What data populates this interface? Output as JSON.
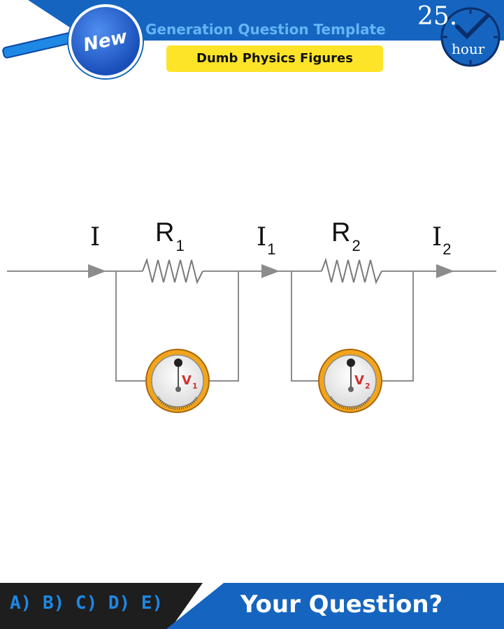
{
  "header": {
    "badge": "New",
    "title": "Generation Question Template",
    "subtitle": "Dumb Physics Figures",
    "hour_number": "25.",
    "hour_label": "hour"
  },
  "circuit": {
    "current_in": {
      "symbol": "I",
      "subscript": ""
    },
    "current_mid": {
      "symbol": "I",
      "subscript": "1"
    },
    "current_out": {
      "symbol": "I",
      "subscript": "2"
    },
    "resistor_1": {
      "symbol": "R",
      "subscript": "1"
    },
    "resistor_2": {
      "symbol": "R",
      "subscript": "2"
    },
    "voltmeter_1": {
      "symbol": "V",
      "subscript": "1"
    },
    "voltmeter_2": {
      "symbol": "V",
      "subscript": "2"
    }
  },
  "footer": {
    "answer_options": "A) B) C) D) E)",
    "prompt": "Your Question?"
  },
  "colors": {
    "header_blue": "#1565c0",
    "title_light_blue": "#64b5f6",
    "subtitle_yellow": "#fde428",
    "wire_gray": "#8c8c8c",
    "meter_gold": "#f2a51c",
    "meter_label_red": "#d32f2f",
    "footer_dark": "#1e1e1e"
  }
}
